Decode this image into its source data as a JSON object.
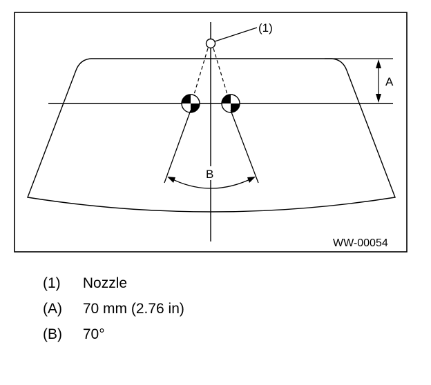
{
  "diagram": {
    "callout_nozzle": "(1)",
    "label_a": "A",
    "label_b": "B",
    "figure_code": "WW-00054"
  },
  "legend": [
    {
      "key": "(1)",
      "value": "Nozzle"
    },
    {
      "key": "(A)",
      "value": "70 mm (2.76 in)"
    },
    {
      "key": "(B)",
      "value": "70°"
    }
  ]
}
